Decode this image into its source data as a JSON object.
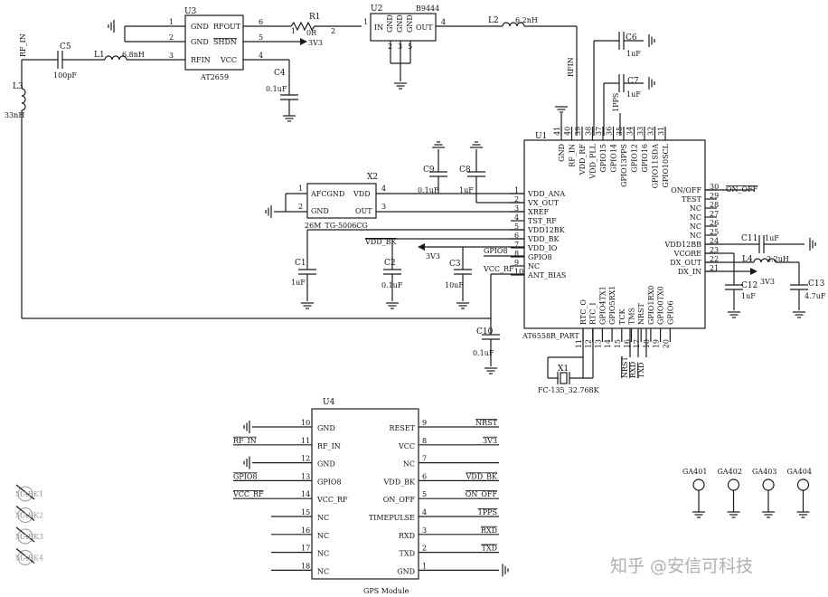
{
  "u3": {
    "ref": "U3",
    "part": "AT2659",
    "pins_left": [
      [
        "1",
        "GND"
      ],
      [
        "2",
        "GND"
      ],
      [
        "3",
        "RFIN"
      ]
    ],
    "pins_right": [
      [
        "6",
        "RFOUT"
      ],
      [
        "5",
        "SHDN"
      ],
      [
        "4",
        "VCC"
      ]
    ]
  },
  "u2": {
    "ref": "U2",
    "part": "B9444",
    "in_pin": "1",
    "in": "IN",
    "out_pin": "4",
    "out": "OUT",
    "gnd": "GND",
    "gnd_pins": [
      "2",
      "3",
      "5"
    ]
  },
  "passives": {
    "r1": "R1",
    "r1_val": "0R",
    "r1_p1": "1",
    "r1_p2": "2",
    "l2": "L2",
    "l2_val": "6.2nH",
    "c5": "C5",
    "c5_val": "100pF",
    "l1": "L1",
    "l1_val": "6.8nH",
    "l3": "L3",
    "l3_val": "33nH",
    "c4": "C4",
    "c4_val": "0.1uF",
    "c6": "C6",
    "c6_val": "1uF",
    "c7": "C7",
    "c7_val": "1uF",
    "c9": "C9",
    "c9_val": "0.1uF",
    "c8": "C8",
    "c8_val": "1uF",
    "c1": "C1",
    "c1_val": "1uF",
    "c2": "C2",
    "c2_val": "0.1uF",
    "c3": "C3",
    "c3_val": "10uF",
    "c10": "C10",
    "c10_val": "0.1uF",
    "c11": "C11",
    "c11_val": "1uF",
    "l4": "L4",
    "l4_val": "2.2uH",
    "c12": "C12",
    "c12_val": "1uF",
    "c13": "C13",
    "c13_val": "4.7uF"
  },
  "nets": {
    "rf_in": "RF_IN",
    "rfin": "RFIN",
    "v33": "3V3",
    "v33b": "3V3",
    "v33c": "3V3",
    "vdd_bk": "VDD_BK",
    "gpio8": "GPIO8",
    "vcc_rf": "VCC_RF",
    "on_off": "ON_OFF",
    "pps": "1PPS"
  },
  "x2": {
    "ref": "X2",
    "part": "26M_TG-5006CG",
    "pins_left": [
      [
        "1",
        "AFCGND"
      ],
      [
        "2",
        "GND"
      ]
    ],
    "pins_right": [
      [
        "4",
        "VDD"
      ],
      [
        "3",
        "OUT"
      ]
    ]
  },
  "x1": {
    "ref": "X1",
    "part": "FC-135_32.768K"
  },
  "u1": {
    "ref": "U1",
    "part": "AT6558R_PART",
    "left": [
      [
        "1",
        "VDD_ANA"
      ],
      [
        "2",
        "VX_OUT"
      ],
      [
        "3",
        "XREF"
      ],
      [
        "4",
        "TST_RF"
      ],
      [
        "5",
        "VDD12BK"
      ],
      [
        "6",
        "VDD_BK"
      ],
      [
        "7",
        "VDD_IO"
      ],
      [
        "8",
        "GPIO8"
      ],
      [
        "9",
        "NC"
      ],
      [
        "10",
        "ANT_BIAS"
      ]
    ],
    "right": [
      [
        "30",
        "ON/OFF"
      ],
      [
        "29",
        "TEST"
      ],
      [
        "28",
        "NC"
      ],
      [
        "27",
        "NC"
      ],
      [
        "26",
        "NC"
      ],
      [
        "25",
        "NC"
      ],
      [
        "24",
        "VDD12BB"
      ],
      [
        "23",
        "VCORE"
      ],
      [
        "22",
        "DX_OUT"
      ],
      [
        "21",
        "DX_IN"
      ]
    ],
    "top": [
      [
        "41",
        "GND"
      ],
      [
        "40",
        "RF_IN"
      ],
      [
        "39",
        "VDD_RF"
      ],
      [
        "38",
        "VDD_PLL"
      ],
      [
        "37",
        "GPIO15"
      ],
      [
        "36",
        "GPIO14"
      ],
      [
        "35",
        "GPIO13PPS"
      ],
      [
        "34",
        "GPIO12"
      ],
      [
        "33",
        "GPIO16"
      ],
      [
        "32",
        "GPIO11SDA"
      ],
      [
        "31",
        "GPIO10SCL"
      ]
    ],
    "bottom": [
      [
        "11",
        "RTC_O"
      ],
      [
        "12",
        "RTC_I"
      ],
      [
        "13",
        "GPIO4TX1"
      ],
      [
        "14",
        "GPIO5RX1"
      ],
      [
        "15",
        "TCK"
      ],
      [
        "16",
        "TMS"
      ],
      [
        "17",
        "NRST"
      ],
      [
        "18",
        "GPIO1RX0"
      ],
      [
        "19",
        "GPIO0TX0"
      ],
      [
        "20",
        "GPIO6"
      ]
    ],
    "bottom_nets": {
      "nrst": "NRST",
      "rxd": "RXD",
      "txd": "TXD"
    }
  },
  "u4": {
    "ref": "U4",
    "title": "GPS Module",
    "left": [
      [
        "10",
        "GND",
        ""
      ],
      [
        "11",
        "RF_IN",
        "RF_IN"
      ],
      [
        "12",
        "GND",
        ""
      ],
      [
        "13",
        "GPIO8",
        "GPIO8"
      ],
      [
        "14",
        "VCC_RF",
        "VCC_RF"
      ],
      [
        "15",
        "NC",
        ""
      ],
      [
        "16",
        "NC",
        ""
      ],
      [
        "17",
        "NC",
        ""
      ],
      [
        "18",
        "NC",
        ""
      ]
    ],
    "right": [
      [
        "9",
        "RESET",
        "NRST"
      ],
      [
        "8",
        "VCC",
        "3V3"
      ],
      [
        "7",
        "NC",
        ""
      ],
      [
        "6",
        "VDD_BK",
        "VDD_BK"
      ],
      [
        "5",
        "ON_OFF",
        "ON_OFF"
      ],
      [
        "4",
        "TIMEPULSE",
        "1PPS"
      ],
      [
        "3",
        "RXD",
        "RXD"
      ],
      [
        "2",
        "TXD",
        "TXD"
      ],
      [
        "1",
        "GND",
        ""
      ]
    ]
  },
  "marks": [
    "MARK1",
    "MARK2",
    "MARK3",
    "MARK4"
  ],
  "ga": [
    "GA401",
    "GA402",
    "GA403",
    "GA404"
  ],
  "watermark": "知乎 @安信可科技"
}
